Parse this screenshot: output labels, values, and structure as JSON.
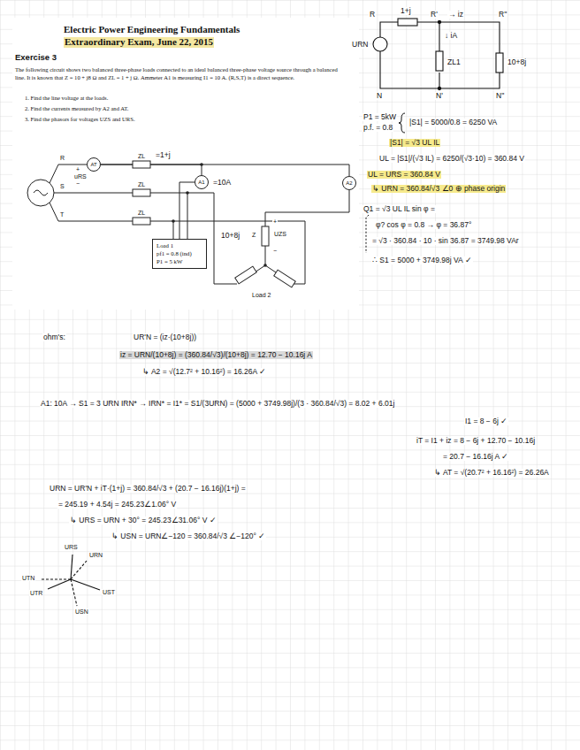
{
  "diagram": {
    "title": "Electric Power Engineering Fundamentals",
    "nodes": [
      {
        "text": [
          "AT"
        ]
      },
      {
        "text": [
          "A1"
        ]
      },
      {
        "text": [
          "A2"
        ]
      },
      {
        "text": [
          "Load 1",
          "pf1 = 0.8 (ind)",
          "P1 = 5 kW"
        ]
      }
    ],
    "edges": [
      {
        "from": 0,
        "to": 1,
        "arrow": "none"
      },
      {
        "from": 0,
        "to": 2,
        "arrow": "none"
      },
      {
        "from": 1,
        "to": 3,
        "arrow": "none"
      }
    ],
    "labels": [
      "Extraordinary Exam, June 22, 2015",
      "Exercise 3",
      "The following circuit shows two balanced three-phase loads connected to an ideal balanced three-phase voltage source through a balanced line. It is known that Z = 10 + j8 Ω and ZL = 1 + j Ω. Ammeter A1 is measuring I1 = 10 A. (R,S,T) is a direct sequence.",
      "1. Find the line voltage at the loads.",
      "2. Find the currents measured by A2 and AT.",
      "3. Find the phasors for voltages UZS and URS.",
      "R",
      "+",
      "uRS",
      "−",
      "S",
      "T",
      "ZL",
      "=1+j",
      "ZL",
      "ZL",
      "=10A",
      "10+8j",
      "Z",
      "+",
      "UZS",
      "−",
      "Load 2",
      "R",
      "1+j",
      "R'",
      "→ iz",
      "R''",
      "URN",
      "↓ iA",
      "ZL1",
      "10+8j",
      "N",
      "N'",
      "N''",
      "P1 = 5kW",
      "p.f. = 0.8",
      "|S1| = 5000/0.8 = 6250 VA",
      "|S1| = √3 UL IL",
      "UL = |S1|/(√3 IL) = 6250/(√3·10) = 360.84 V",
      "UL = URS = 360.84 V",
      "↳ URN = 360.84/√3 ∠0 ⊕ phase origin",
      "Q1 = √3 UL IL sin φ =",
      "φ? cos φ = 0.8 → φ = 36.87°",
      "= √3 · 360.84 · 10 · sin 36.87 = 3749.98 VAr",
      "∴ S1 = 5000 + 3749.98j VA ✓",
      "ohm's:",
      "UR'N = (iz·(10+8j))",
      "iz = URN/(10+8j) = (360.84/√3)/(10+8j) = 12.70 − 10.16j A",
      "↳ A2 = √(12.7² + 10.16²) = 16.26A ✓",
      "A1: 10A → S1 = 3 URN IRN* → IRN* = I1* = S1/(3URN) = (5000 + 3749.98j)/(3 · 360.84/√3) = 8.02 + 6.01j",
      "I1 = 8 − 6j ✓",
      "iT = I1 + iz = 8 − 6j + 12.70 − 10.16j",
      "= 20.7 − 16.16j A ✓",
      "↳ AT = √(20.7² + 16.16²) = 26.26A",
      "URN = UR'N + iT·(1+j) = 360.84/√3 + (20.7 − 16.16j)(1+j) =",
      "= 245.19 + 4.54j = 245.23∠1.06° V",
      "↳ URS = URN + 30° = 245.23∠31.06° V ✓",
      "↳ USN = URN∠−120 = 360.84/√3 ∠−120° ✓",
      "URS",
      "URN",
      "UTN",
      "UTR",
      "UST",
      "USN"
    ]
  }
}
